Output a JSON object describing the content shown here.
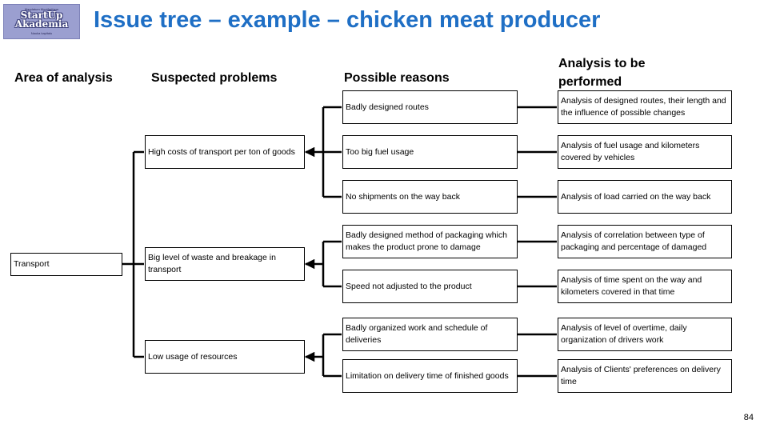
{
  "logo": {
    "top_text": "Mandatum Montfarthem",
    "line1": "StartUp",
    "line2": "Akademia",
    "bottom_text": "Nauka kapitalu"
  },
  "title": "Issue tree – example – chicken meat producer",
  "columns": {
    "area": "Area of analysis",
    "problems": "Suspected problems",
    "reasons": "Possible reasons",
    "analysis_line1": "Analysis to be",
    "analysis_line2": "performed"
  },
  "area": "Transport",
  "problems": [
    "High costs of transport per ton of goods",
    "Big level of waste and breakage in transport",
    "Low usage of resources"
  ],
  "reasons": [
    "Badly designed routes",
    "Too big fuel usage",
    "No shipments on the way back",
    "Badly designed method of packaging which makes the product prone to damage",
    "Speed not adjusted to the product",
    "Badly organized work and schedule of deliveries",
    "Limitation on delivery time of finished goods"
  ],
  "analyses": [
    "Analysis of designed routes, their length and the influence of possible changes",
    "Analysis of fuel usage and kilometers covered by vehicles",
    "Analysis of load carried on the way back",
    "Analysis of correlation between type of packaging and percentage of damaged",
    "Analysis of time spent on the way and kilometers covered in that time",
    "Analysis of level of overtime, daily organization of drivers work",
    "Analysis of Clients' preferences on delivery time"
  ],
  "page_number": "84"
}
